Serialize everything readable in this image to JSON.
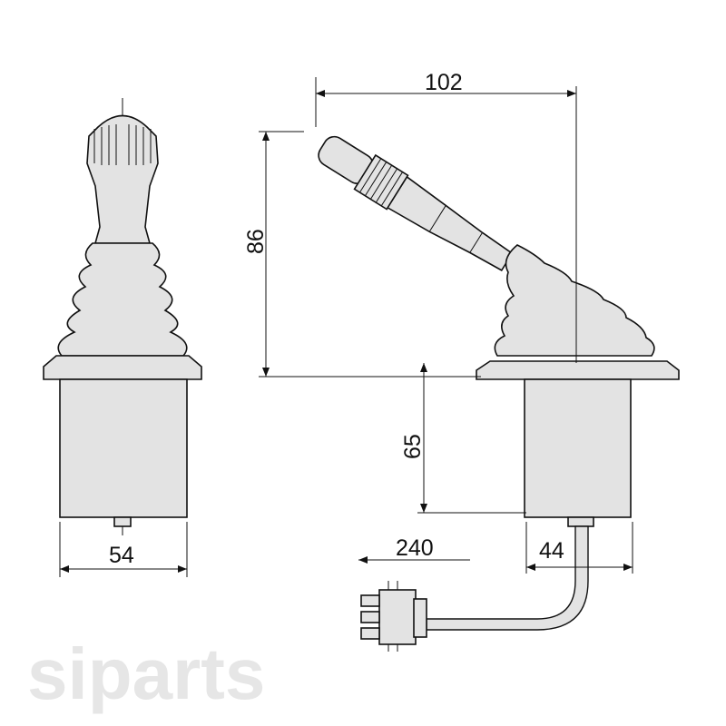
{
  "watermark": "siparts",
  "dimensions": {
    "front_width": "54",
    "side_reach": "102",
    "handle_height": "86",
    "body_height": "65",
    "cable_length": "240",
    "body_width": "44"
  },
  "colors": {
    "part_fill": "#e3e3e3",
    "line": "#111111",
    "watermark": "#e6e6e6"
  }
}
